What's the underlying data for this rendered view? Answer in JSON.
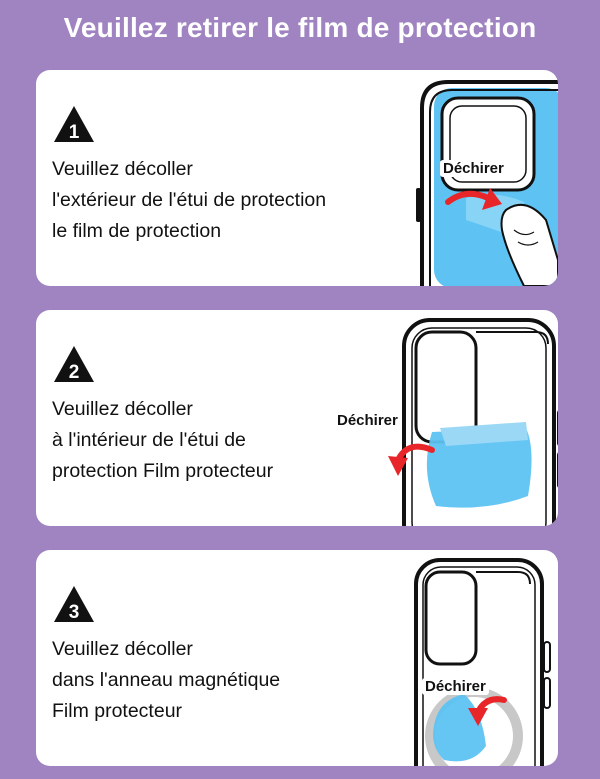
{
  "header": {
    "title": "Veuillez retirer le film de protection"
  },
  "steps": [
    {
      "number": "1",
      "lines": [
        "Veuillez décoller",
        "l'extérieur de l'étui de protection",
        "le film de protection"
      ],
      "tear_label": "Déchirer"
    },
    {
      "number": "2",
      "lines": [
        "Veuillez décoller",
        "à l'intérieur de l'étui de",
        "protection Film protecteur"
      ],
      "tear_label": "Déchirer"
    },
    {
      "number": "3",
      "lines": [
        "Veuillez décoller",
        "dans l'anneau magnétique",
        "Film protecteur"
      ],
      "tear_label": "Déchirer"
    }
  ],
  "colors": {
    "background": "#a084c1",
    "card": "#ffffff",
    "film": "#5ec3f2",
    "arrow": "#e8262a"
  },
  "icons": [
    "warning-triangle-icon",
    "phone-case-icon",
    "peel-arrow-icon",
    "finger-icon"
  ]
}
